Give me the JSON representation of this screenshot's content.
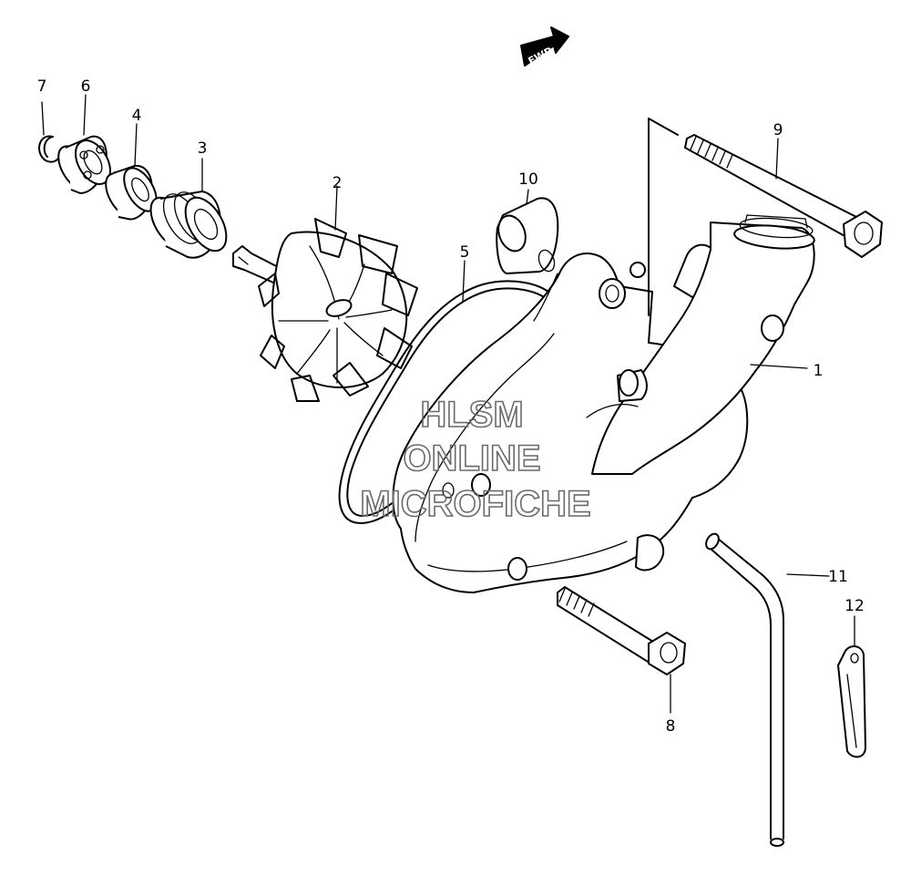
{
  "diagram": {
    "direction_badge": "FWD",
    "callouts": [
      {
        "id": "1",
        "label": "1"
      },
      {
        "id": "2",
        "label": "2"
      },
      {
        "id": "3",
        "label": "3"
      },
      {
        "id": "4",
        "label": "4"
      },
      {
        "id": "5",
        "label": "5"
      },
      {
        "id": "6",
        "label": "6"
      },
      {
        "id": "7",
        "label": "7"
      },
      {
        "id": "8",
        "label": "8"
      },
      {
        "id": "9",
        "label": "9"
      },
      {
        "id": "10",
        "label": "10"
      },
      {
        "id": "11",
        "label": "11"
      },
      {
        "id": "12",
        "label": "12"
      }
    ]
  },
  "watermark": {
    "line1": "HLSM",
    "line2": "ONLINE",
    "line3": "MICROFICHE"
  }
}
